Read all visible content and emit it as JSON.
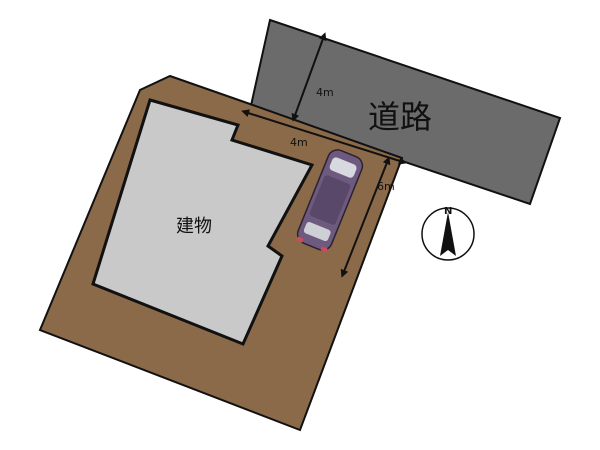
{
  "labels": {
    "road": "道路",
    "building": "建物",
    "north": "N"
  },
  "dimensions": {
    "road_width": "4m",
    "frontage": "4m",
    "depth": "6m"
  },
  "colors": {
    "road": "#6b6b6b",
    "lot": "#8b6a4a",
    "building": "#c9c9c9",
    "car_body": "#6e5a7e",
    "outline": "#111111"
  }
}
